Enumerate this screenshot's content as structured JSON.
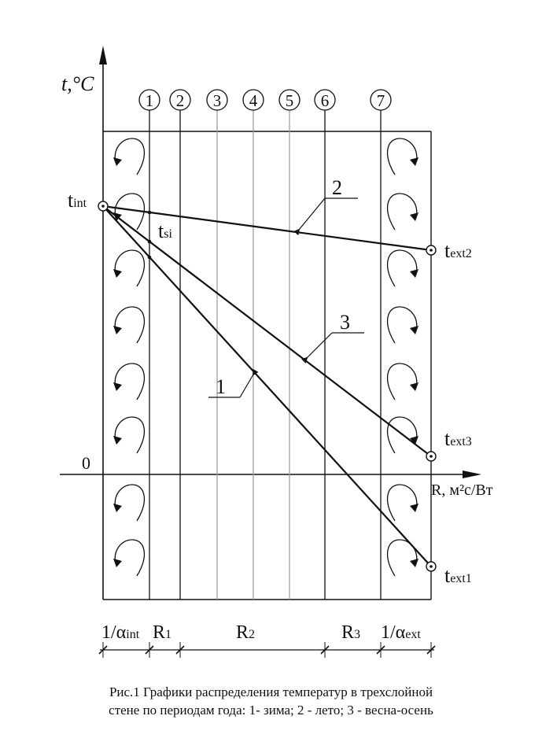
{
  "axes": {
    "y_label": "t,°C",
    "x_label": "R, м²с/Вт",
    "origin_label": "0"
  },
  "section_numbers": [
    "1",
    "2",
    "3",
    "4",
    "5",
    "6",
    "7"
  ],
  "lines": [
    {
      "id": "1",
      "label": "1",
      "period": "зима"
    },
    {
      "id": "2",
      "label": "2",
      "period": "лето"
    },
    {
      "id": "3",
      "label": "3",
      "period": "весна-осень"
    }
  ],
  "points": {
    "t_int": {
      "main": "t",
      "sub": "int"
    },
    "t_si": {
      "main": "t",
      "sub": "si"
    },
    "t_ext1": {
      "main": "t",
      "sub": "ext1"
    },
    "t_ext2": {
      "main": "t",
      "sub": "ext2"
    },
    "t_ext3": {
      "main": "t",
      "sub": "ext3"
    }
  },
  "resistances": [
    {
      "main": "1/α",
      "sub": "int"
    },
    {
      "main": "R",
      "sub": "1"
    },
    {
      "main": "R",
      "sub": "2"
    },
    {
      "main": "R",
      "sub": "3"
    },
    {
      "main": "1/α",
      "sub": "ext"
    }
  ],
  "caption": {
    "line1": "Рис.1 Графики распределения температур в трехслойной",
    "line2": "стене по периодам года: 1- зима; 2 - лето; 3 - весна-осень"
  }
}
